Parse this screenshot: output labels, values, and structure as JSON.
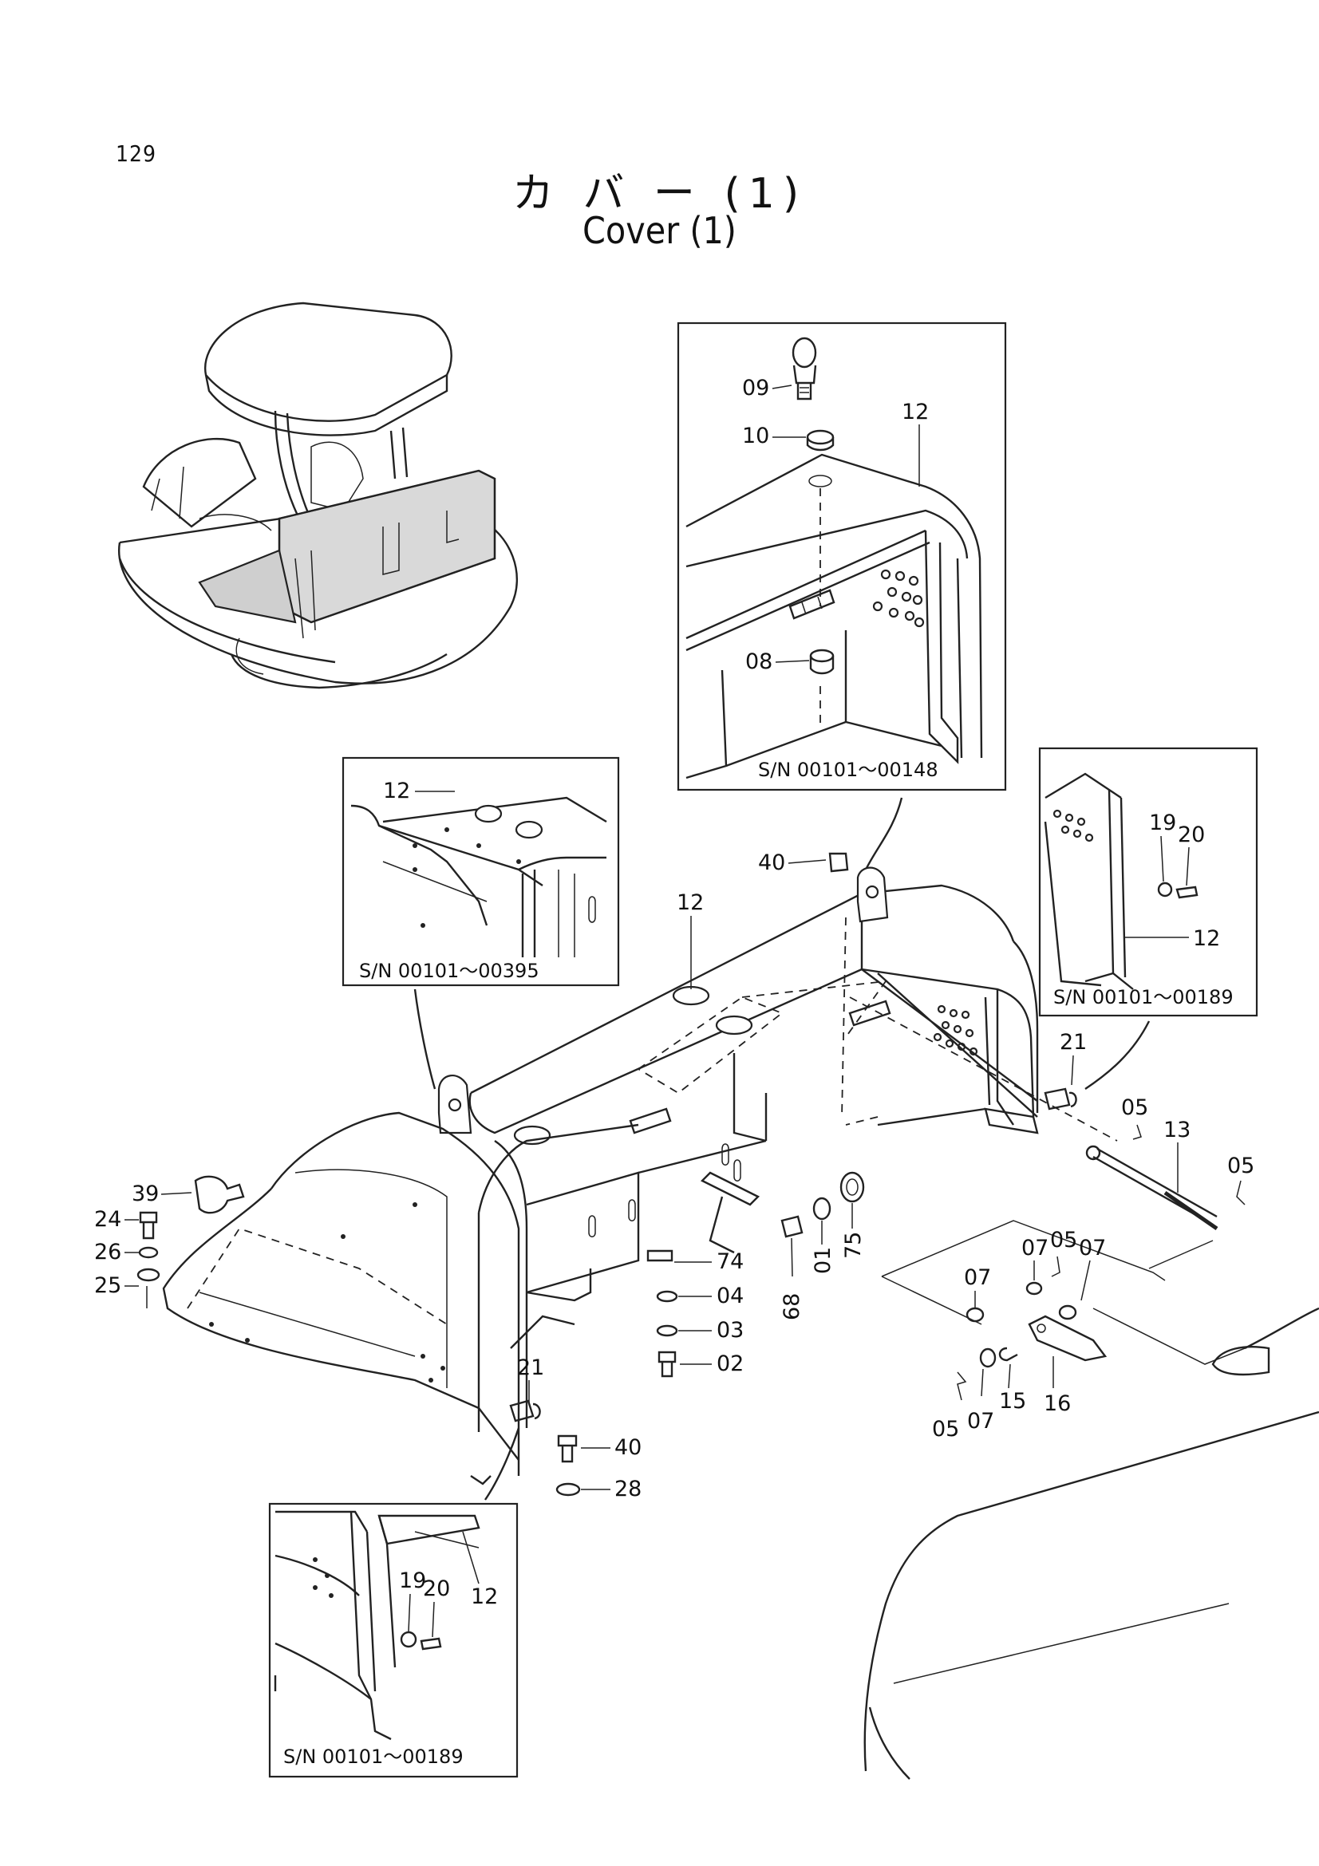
{
  "page_number": "129",
  "title_jp": "カ バ ー (1)",
  "title_en": "Cover (1)",
  "serial_notes": {
    "top_inset": "S/N  00101～00148",
    "left_inset": "S/N 00101～00395",
    "right_inset": "S/N  00101～00189",
    "bottom_inset": "S/N  00101～00189"
  },
  "callouts": {
    "c09": "09",
    "c10": "10",
    "c12_top": "12",
    "c08": "08",
    "c12_left": "12",
    "c19_right": "19",
    "c20_right": "20",
    "c12_right": "12",
    "c40_top": "40",
    "c12_main": "12",
    "c21_right": "21",
    "c39": "39",
    "c24": "24",
    "c26": "26",
    "c25": "25",
    "c74": "74",
    "c04": "04",
    "c03": "03",
    "c02": "02",
    "c68": "68",
    "c01": "01",
    "c75": "75",
    "c05_a": "05",
    "c13": "13",
    "c05_b": "05",
    "c07_a": "07",
    "c05_c": "05",
    "c07_b": "07",
    "c07_c": "07",
    "c05_d": "05",
    "c07_d": "07",
    "c15": "15",
    "c16": "16",
    "c21_left": "21",
    "c40_bottom": "40",
    "c28": "28",
    "c19_bottom": "19",
    "c20_bottom": "20",
    "c12_bottom": "12"
  }
}
